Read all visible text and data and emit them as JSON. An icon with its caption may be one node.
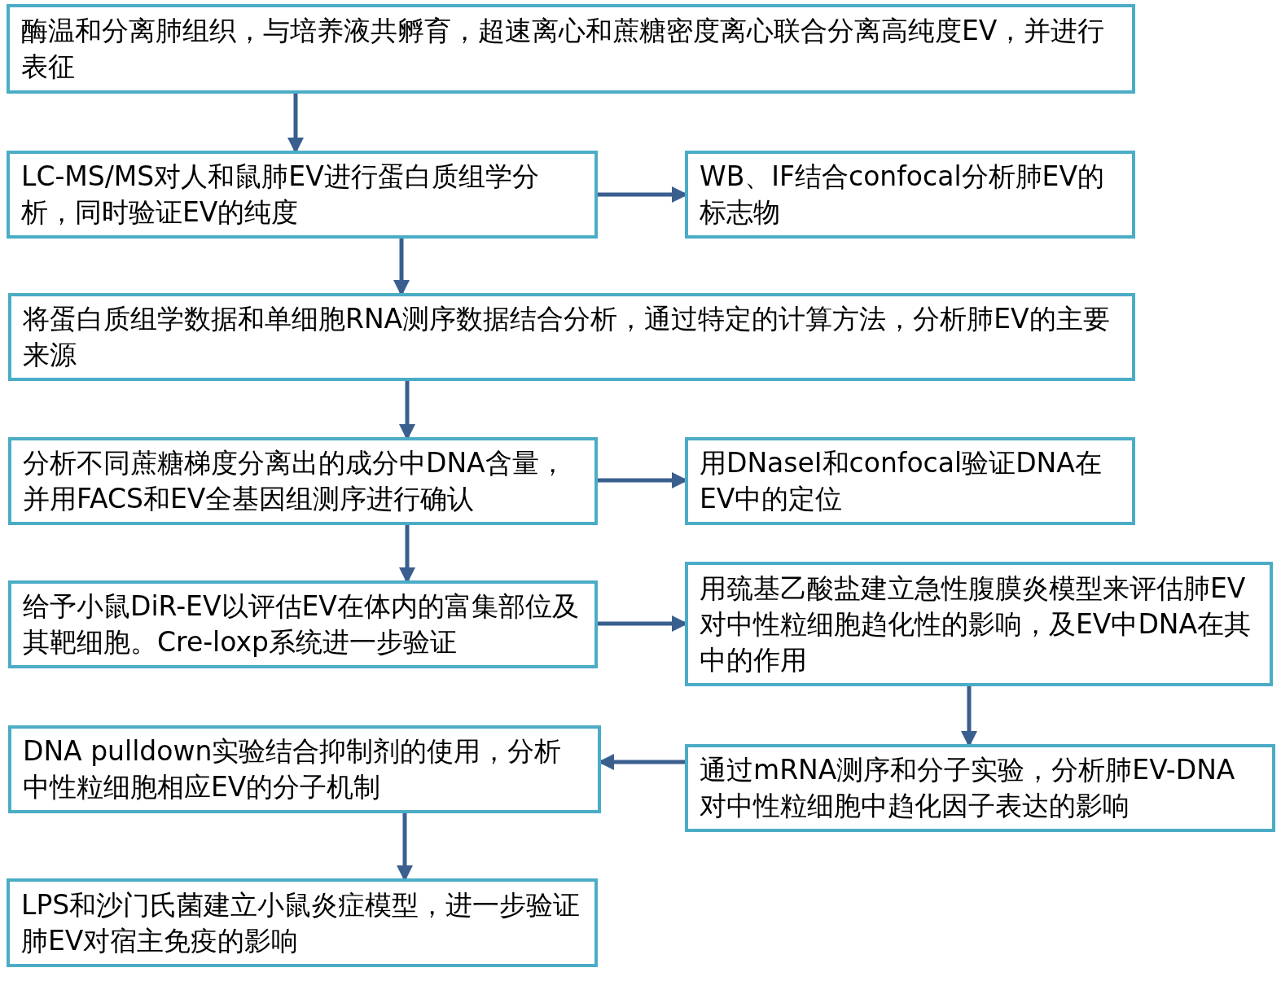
{
  "diagram": {
    "nodes": [
      {
        "text": [
          "酶温和分离肺组织，与培养液共孵育，超速离心和蔗糖密度离心联合分离高纯度EV，并进行表征"
        ]
      },
      {
        "text": [
          "LC-MS/MS对人和鼠肺EV进行蛋白质组学分析，同时验证EV的纯度"
        ]
      },
      {
        "text": [
          "WB、IF结合confocal分析肺EV的标志物"
        ]
      },
      {
        "text": [
          "将蛋白质组学数据和单细胞RNA测序数据结合分析，通过特定的计算方法，分析肺EV的主要来源"
        ]
      },
      {
        "text": [
          "分析不同蔗糖梯度分离出的成分中DNA含量，并用FACS和EV全基因组测序进行确认"
        ]
      },
      {
        "text": [
          "用DNaseI和confocal验证DNA在EV中的定位"
        ]
      },
      {
        "text": [
          "给予小鼠DiR-EV以评估EV在体内的富集部位及其靶细胞。Cre-loxp系统进一步验证"
        ]
      },
      {
        "text": [
          "用巯基乙酸盐建立急性腹膜炎模型来评估肺EV对中性粒细胞趋化性的影响，及EV中DNA在其中的作用"
        ]
      },
      {
        "text": [
          "通过mRNA测序和分子实验，分析肺EV-DNA对中性粒细胞中趋化因子表达的影响"
        ]
      },
      {
        "text": [
          "DNA pulldown实验结合抑制剂的使用，分析中性粒细胞相应EV的分子机制"
        ]
      },
      {
        "text": [
          "LPS和沙门氏菌建立小鼠炎症模型，进一步验证肺EV对宿主免疫的影响"
        ]
      }
    ],
    "edges": [
      {
        "from": 0,
        "to": 1,
        "arrow": "to"
      },
      {
        "from": 1,
        "to": 2,
        "arrow": "to"
      },
      {
        "from": 1,
        "to": 3,
        "arrow": "to"
      },
      {
        "from": 3,
        "to": 4,
        "arrow": "to"
      },
      {
        "from": 4,
        "to": 5,
        "arrow": "to"
      },
      {
        "from": 4,
        "to": 6,
        "arrow": "to"
      },
      {
        "from": 6,
        "to": 7,
        "arrow": "to"
      },
      {
        "from": 7,
        "to": 8,
        "arrow": "to"
      },
      {
        "from": 8,
        "to": 9,
        "arrow": "to"
      },
      {
        "from": 9,
        "to": 10,
        "arrow": "to"
      }
    ]
  }
}
